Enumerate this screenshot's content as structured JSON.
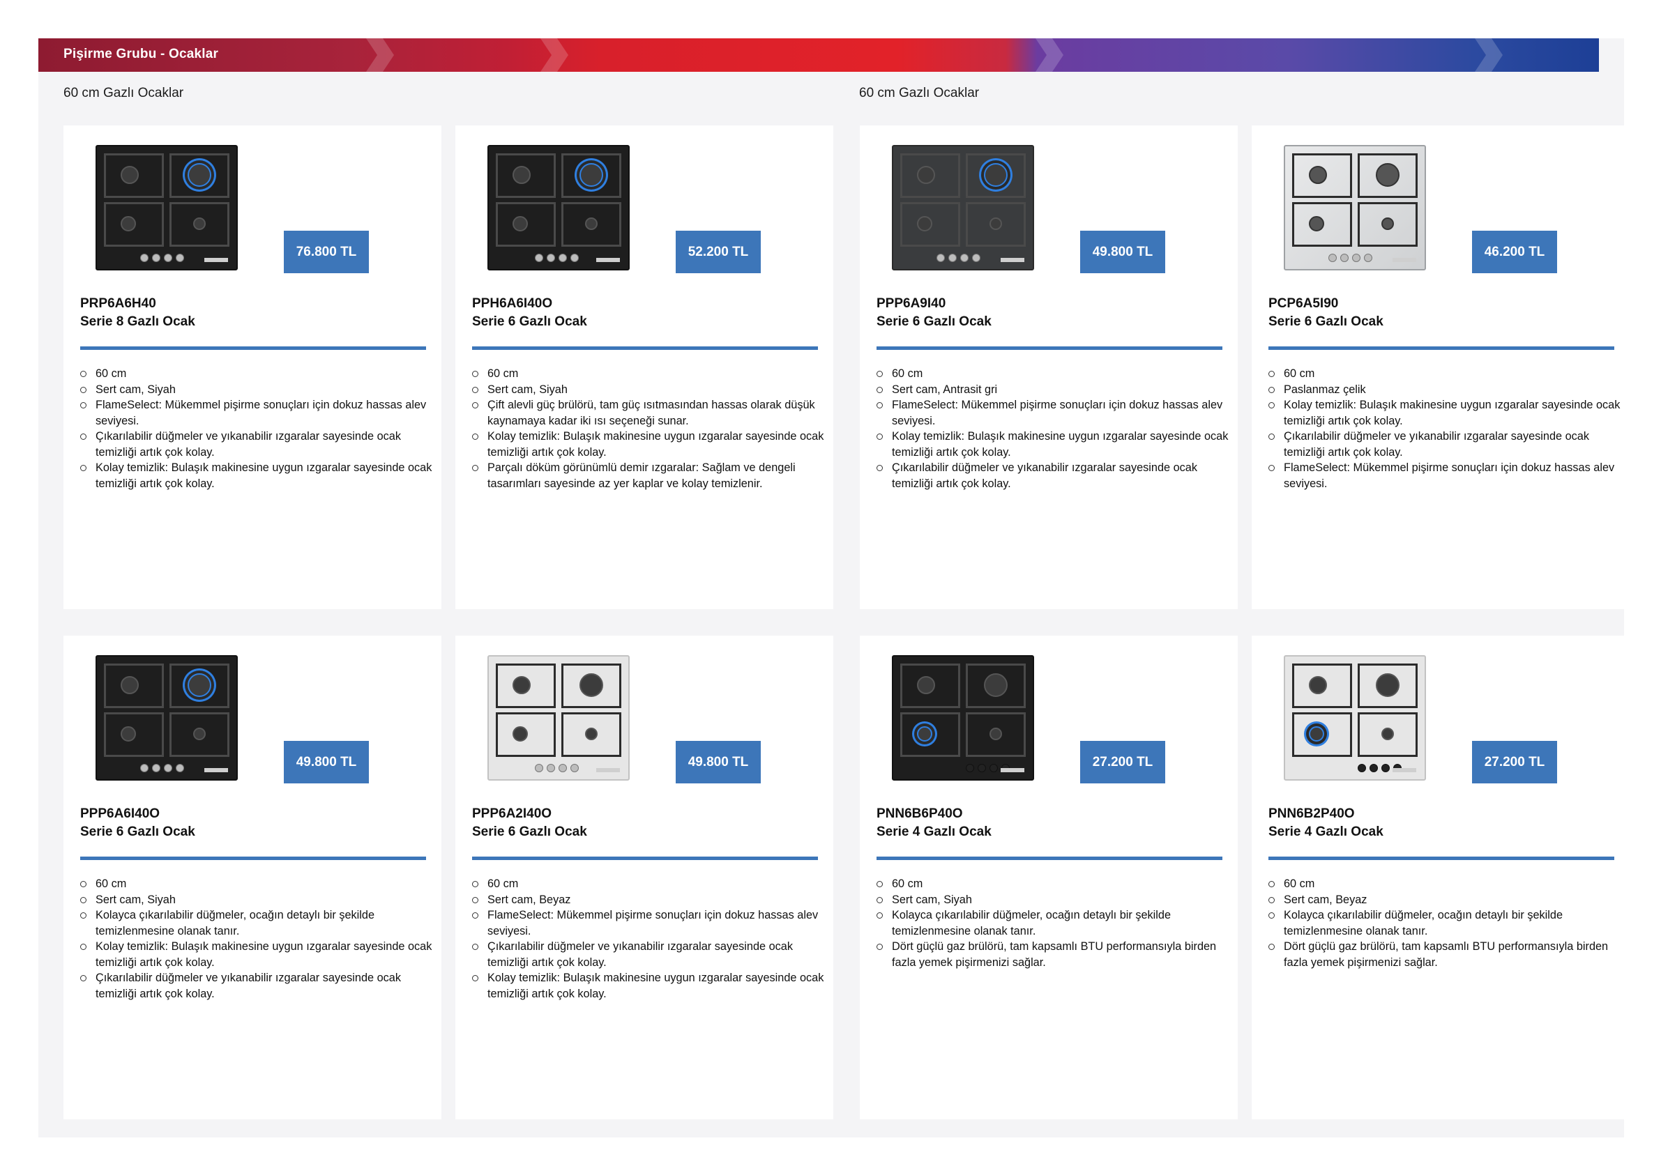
{
  "banner": {
    "title": "Pişirme Grubu - Ocaklar"
  },
  "sections": [
    {
      "title": "60 cm Gazlı Ocaklar"
    },
    {
      "title": "60 cm Gazlı Ocaklar"
    }
  ],
  "products": [
    {
      "model": "PRP6A6H40",
      "series": "Serie 8 Gazlı Ocak",
      "price": "76.800 TL",
      "finish": "black",
      "features": [
        "60 cm",
        "Sert cam, Siyah",
        "FlameSelect: Mükemmel pişirme sonuçları için dokuz hassas alev seviyesi.",
        "Çıkarılabilir düğmeler ve yıkanabilir ızgaralar sayesinde ocak temizliği artık çok kolay.",
        "Kolay temizlik: Bulaşık makinesine uygun ızgaralar sayesinde ocak temizliği artık çok kolay."
      ]
    },
    {
      "model": "PPH6A6I40O",
      "series": "Serie 6 Gazlı Ocak",
      "price": "52.200 TL",
      "finish": "black",
      "features": [
        "60 cm",
        "Sert cam, Siyah",
        "Çift alevli güç brülörü, tam güç ısıtmasından hassas olarak düşük kaynamaya kadar iki ısı seçeneği sunar.",
        "Kolay temizlik: Bulaşık makinesine uygun ızgaralar sayesinde ocak temizliği artık çok kolay.",
        "Parçalı döküm görünümlü demir ızgaralar: Sağlam ve dengeli tasarımları sayesinde az yer kaplar ve kolay temizlenir."
      ]
    },
    {
      "model": "PPP6A9I40",
      "series": "Serie 6 Gazlı Ocak",
      "price": "49.800 TL",
      "finish": "anthracite",
      "features": [
        "60 cm",
        "Sert cam, Antrasit gri",
        "FlameSelect: Mükemmel pişirme sonuçları için dokuz hassas alev seviyesi.",
        "Kolay temizlik: Bulaşık makinesine uygun ızgaralar sayesinde ocak temizliği artık çok kolay.",
        "Çıkarılabilir düğmeler ve yıkanabilir ızgaralar sayesinde ocak temizliği artık çok kolay."
      ]
    },
    {
      "model": "PCP6A5I90",
      "series": "Serie 6 Gazlı Ocak",
      "price": "46.200 TL",
      "finish": "steel",
      "features": [
        "60 cm",
        "Paslanmaz çelik",
        "Kolay temizlik: Bulaşık makinesine uygun ızgaralar sayesinde ocak temizliği artık çok kolay.",
        "Çıkarılabilir düğmeler ve yıkanabilir ızgaralar sayesinde ocak temizliği artık çok kolay.",
        "FlameSelect: Mükemmel pişirme sonuçları için dokuz hassas alev seviyesi."
      ]
    },
    {
      "model": "PPP6A6I40O",
      "series": "Serie 6 Gazlı Ocak",
      "price": "49.800 TL",
      "finish": "black",
      "features": [
        "60 cm",
        "Sert cam, Siyah",
        "Kolayca çıkarılabilir düğmeler, ocağın detaylı bir şekilde temizlenmesine olanak tanır.",
        "Kolay temizlik: Bulaşık makinesine uygun ızgaralar sayesinde ocak temizliği artık çok kolay.",
        "Çıkarılabilir düğmeler ve yıkanabilir ızgaralar sayesinde ocak temizliği artık çok kolay."
      ]
    },
    {
      "model": "PPP6A2I40O",
      "series": "Serie 6 Gazlı Ocak",
      "price": "49.800 TL",
      "finish": "white",
      "features": [
        "60 cm",
        "Sert cam, Beyaz",
        "FlameSelect: Mükemmel pişirme sonuçları için dokuz hassas alev seviyesi.",
        "Çıkarılabilir düğmeler ve yıkanabilir ızgaralar sayesinde ocak temizliği artık çok kolay.",
        "Kolay temizlik: Bulaşık makinesine uygun ızgaralar sayesinde ocak temizliği artık çok kolay."
      ]
    },
    {
      "model": "PNN6B6P40O",
      "series": "Serie 4 Gazlı Ocak",
      "price": "27.200 TL",
      "finish": "black",
      "features": [
        "60 cm",
        "Sert cam, Siyah",
        "Kolayca çıkarılabilir düğmeler, ocağın detaylı bir şekilde temizlenmesine olanak tanır.",
        "Dört güçlü gaz brülörü, tam kapsamlı BTU performansıyla birden fazla yemek pişirmenizi sağlar."
      ]
    },
    {
      "model": "PNN6B2P40O",
      "series": "Serie 4 Gazlı Ocak",
      "price": "27.200 TL",
      "finish": "white",
      "features": [
        "60 cm",
        "Sert cam, Beyaz",
        "Kolayca çıkarılabilir düğmeler, ocağın detaylı bir şekilde temizlenmesine olanak tanır.",
        "Dört güçlü gaz brülörü, tam kapsamlı BTU performansıyla birden fazla yemek pişirmenizi sağlar."
      ]
    }
  ]
}
